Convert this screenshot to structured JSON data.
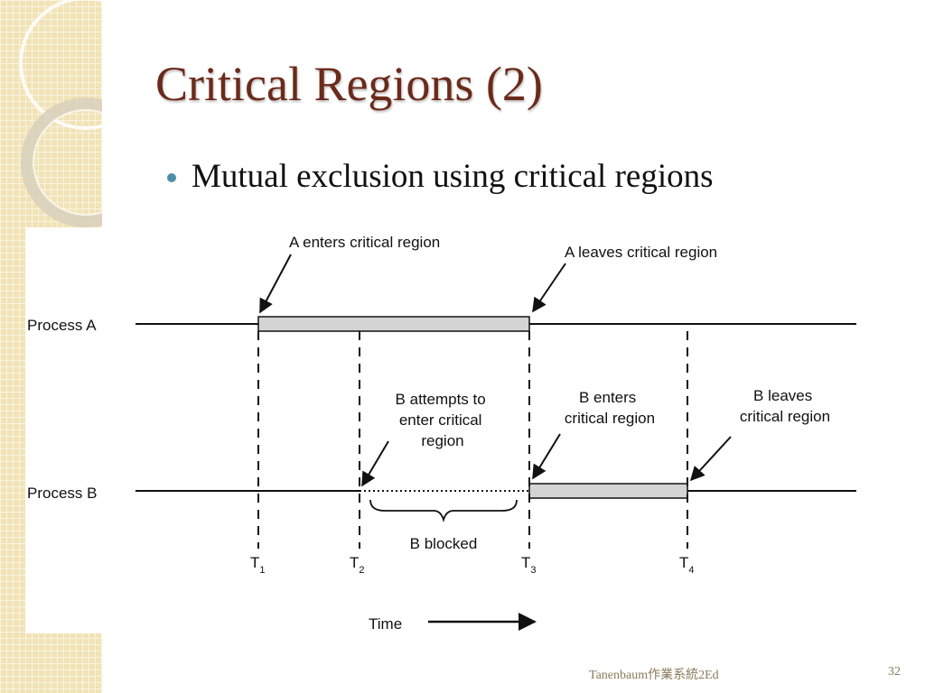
{
  "slide": {
    "title": "Critical Regions (2)",
    "bullet": "Mutual exclusion using critical regions"
  },
  "diagram": {
    "rows": {
      "process_a": "Process A",
      "process_b": "Process B"
    },
    "annotations": {
      "a_enters": "A enters critical region",
      "a_leaves": "A leaves critical region",
      "b_attempts": [
        "B attempts to",
        "enter critical",
        "region"
      ],
      "b_enters": [
        "B enters",
        "critical region"
      ],
      "b_leaves": [
        "B leaves",
        "critical region"
      ],
      "b_blocked": "B blocked"
    },
    "time_markers": [
      {
        "letter": "T",
        "sub": "1"
      },
      {
        "letter": "T",
        "sub": "2"
      },
      {
        "letter": "T",
        "sub": "3"
      },
      {
        "letter": "T",
        "sub": "4"
      }
    ],
    "time_label": "Time",
    "colors": {
      "critical_bar_fill": "#d4d4d4",
      "line": "#111111"
    }
  },
  "footer": {
    "source": "Tanenbaum作業系統2Ed",
    "page_number": "32"
  }
}
